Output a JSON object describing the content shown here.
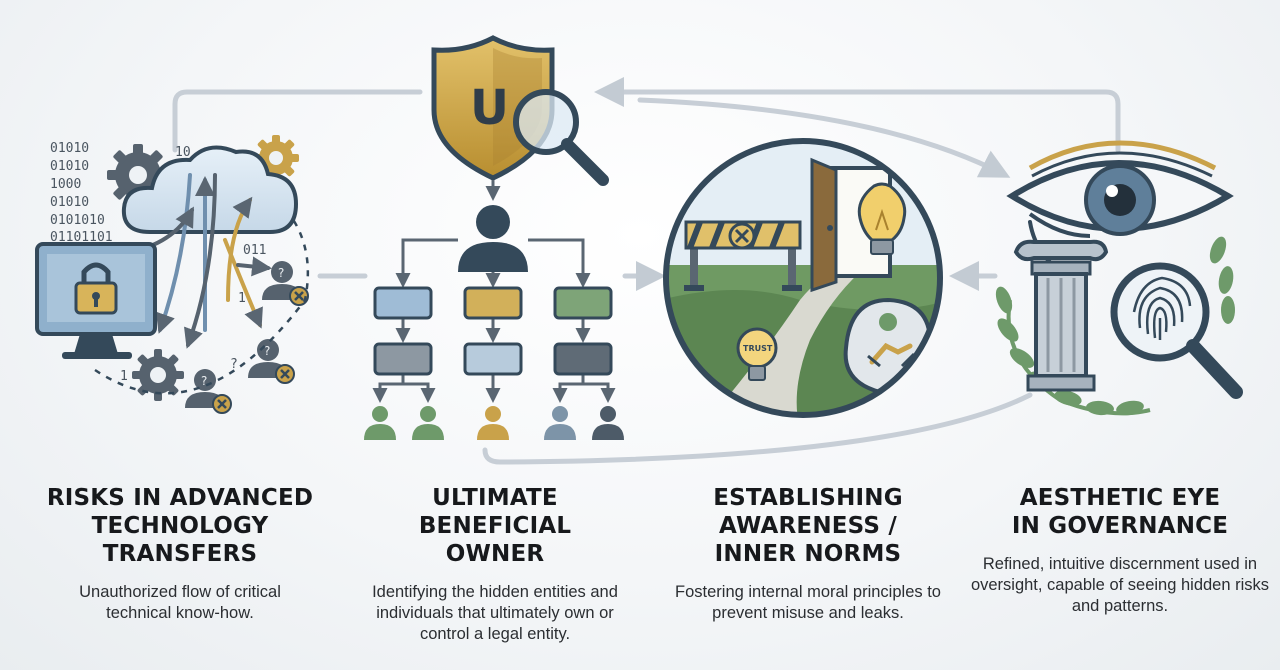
{
  "columns": [
    {
      "title": "RISKS IN ADVANCED TECHNOLOGY TRANSFERS",
      "description": "Unauthorized flow of critical technical know-how."
    },
    {
      "title": "ULTIMATE BENEFICIAL OWNER",
      "description": "Identifying the hidden entities and individuals that ultimately own or control a legal entity."
    },
    {
      "title": "ESTABLISHING AWARENESS / INNER NORMS",
      "description": "Fostering internal moral principles to prevent misuse and leaks."
    },
    {
      "title": "AESTHETIC EYE IN GOVERNANCE",
      "description": "Refined, intuitive discernment used in oversight, capable of seeing hidden risks and patterns."
    }
  ],
  "icons": {
    "shield_letter": "U",
    "trust_label": "TRUST",
    "binary_lines": [
      "01010",
      "01010",
      "1000",
      "01010",
      "0101010",
      "01101101"
    ],
    "binary_side": [
      "10",
      "011",
      "1",
      "1",
      "?",
      "?"
    ]
  },
  "colors": {
    "navy": "#34495a",
    "gold": "#c9a24a",
    "blue": "#8fb0cc",
    "green": "#6e9a6a",
    "arrow": "#c7ced6"
  }
}
